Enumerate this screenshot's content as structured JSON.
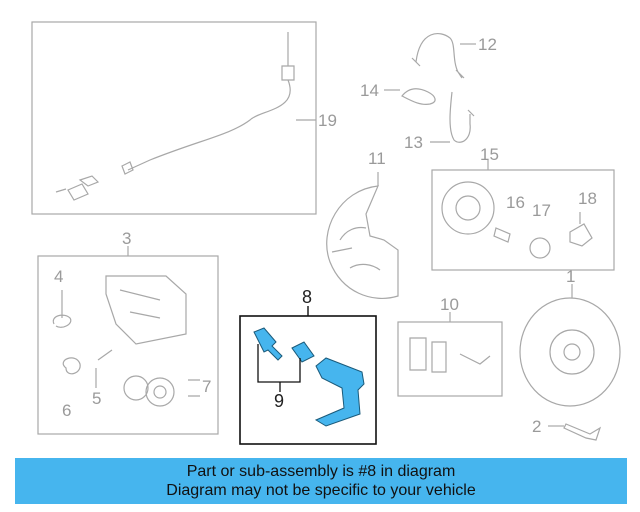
{
  "callouts": {
    "c1": "1",
    "c2": "2",
    "c3": "3",
    "c4": "4",
    "c5": "5",
    "c6": "6",
    "c7": "7",
    "c8": "8",
    "c9": "9",
    "c10": "10",
    "c11": "11",
    "c12": "12",
    "c13": "13",
    "c14": "14",
    "c15": "15",
    "c16": "16",
    "c17": "17",
    "c18": "18",
    "c19": "19"
  },
  "banner": {
    "line1": "Part or sub-assembly is #8 in diagram",
    "line2": "Diagram may not be specific to your vehicle"
  },
  "colors": {
    "highlight": "#46b5ee",
    "line_gray": "#a0a0a0",
    "box_black": "#111111"
  }
}
